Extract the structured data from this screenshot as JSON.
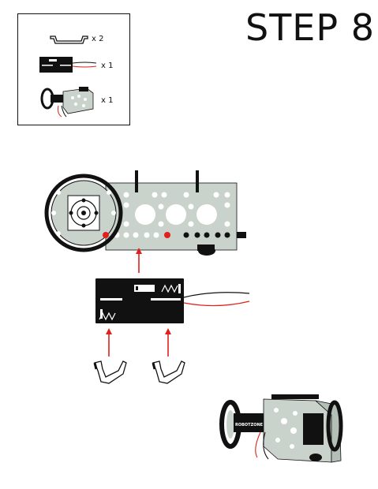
{
  "title": "STEP 8",
  "parts": [
    {
      "icon": "bracket-icon",
      "qty": "x 2"
    },
    {
      "icon": "battery-holder-icon",
      "qty": "x 1"
    },
    {
      "icon": "chassis-assembly-icon",
      "qty": "x 1"
    }
  ],
  "battery_holder_brand": "ROBOTZONE",
  "colors": {
    "plate": "#c9d3cb",
    "outline": "#111111",
    "arrow": "#e0201c",
    "wire_red": "#e0201c",
    "wire_black": "#111111",
    "highlight_hole": "#e0201c"
  }
}
